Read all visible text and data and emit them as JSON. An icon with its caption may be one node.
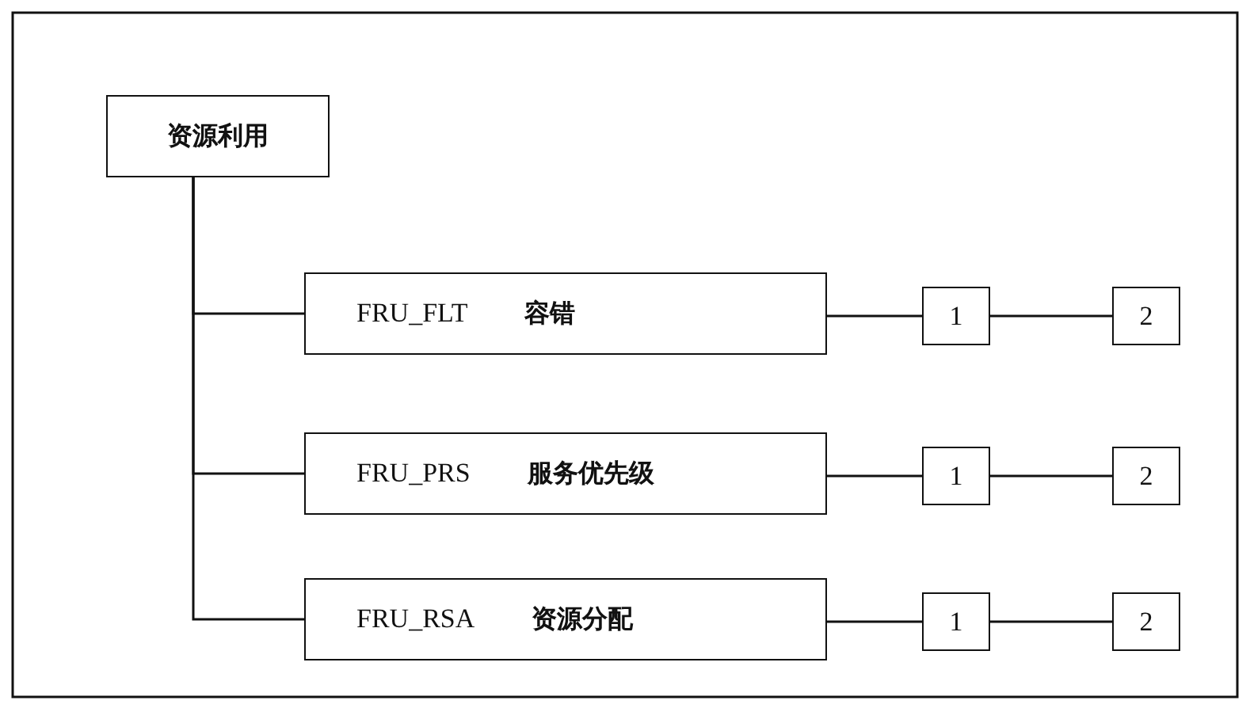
{
  "diagram": {
    "nodes": [
      {
        "text": [
          "资源利用"
        ]
      },
      {
        "text": [
          "FRU_FLT",
          "容错"
        ]
      },
      {
        "text": [
          "1"
        ]
      },
      {
        "text": [
          "2"
        ]
      },
      {
        "text": [
          "FRU_PRS",
          "服务优先级"
        ]
      },
      {
        "text": [
          "1"
        ]
      },
      {
        "text": [
          "2"
        ]
      },
      {
        "text": [
          "FRU_RSA",
          "资源分配"
        ]
      },
      {
        "text": [
          "1"
        ]
      },
      {
        "text": [
          "2"
        ]
      }
    ],
    "edges": [
      {
        "from": 0,
        "to": 1,
        "arrow": "none"
      },
      {
        "from": 0,
        "to": 4,
        "arrow": "none"
      },
      {
        "from": 0,
        "to": 7,
        "arrow": "none"
      },
      {
        "from": 1,
        "to": 2,
        "arrow": "none"
      },
      {
        "from": 2,
        "to": 3,
        "arrow": "none"
      },
      {
        "from": 4,
        "to": 5,
        "arrow": "none"
      },
      {
        "from": 5,
        "to": 6,
        "arrow": "none"
      },
      {
        "from": 7,
        "to": 8,
        "arrow": "none"
      },
      {
        "from": 8,
        "to": 9,
        "arrow": "none"
      }
    ]
  }
}
